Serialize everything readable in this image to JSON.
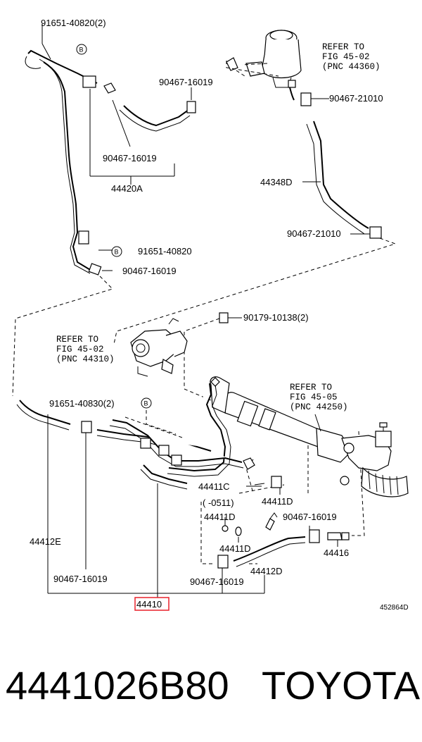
{
  "labels": {
    "l_91651_40820_2": "91651-40820(2)",
    "l_90467_16019_a": "90467-16019",
    "l_90467_16019_b": "90467-16019",
    "l_44420a": "44420A",
    "l_91651_40820": "91651-40820",
    "l_90467_16019_c": "90467-16019",
    "l_90467_21010_a": "90467-21010",
    "l_44348d": "44348D",
    "l_90467_21010_b": "90467-21010",
    "l_90179_10138_2": "90179-10138(2)",
    "l_91651_40830_2": "91651-40830(2)",
    "l_44412e": "44412E",
    "l_90467_16019_d": "90467-16019",
    "l_44411c": "44411C",
    "l_paren_0511": "(    -0511)",
    "l_44411d_a": "44411D",
    "l_44411d_b": "44411D",
    "l_44411d_c": "44411D",
    "l_90467_16019_e": "90467-16019",
    "l_44416": "44416",
    "l_90467_16019_f": "90467-16019",
    "l_44412d": "44412D",
    "l_44410": "44410",
    "l_452864d": "452864D"
  },
  "refers": {
    "reservoir": [
      "REFER TO",
      "FIG 45-02",
      "(PNC 44360)"
    ],
    "pump": [
      "REFER TO",
      "FIG 45-02",
      "(PNC 44310)"
    ],
    "gear": [
      "REFER TO",
      "FIG 45-05",
      "(PNC 44250)"
    ]
  },
  "bolt_marker": "B",
  "footer": {
    "part_number": "4441026B80",
    "brand": "TOYOTA"
  },
  "colors": {
    "highlight": "#e8202a"
  }
}
